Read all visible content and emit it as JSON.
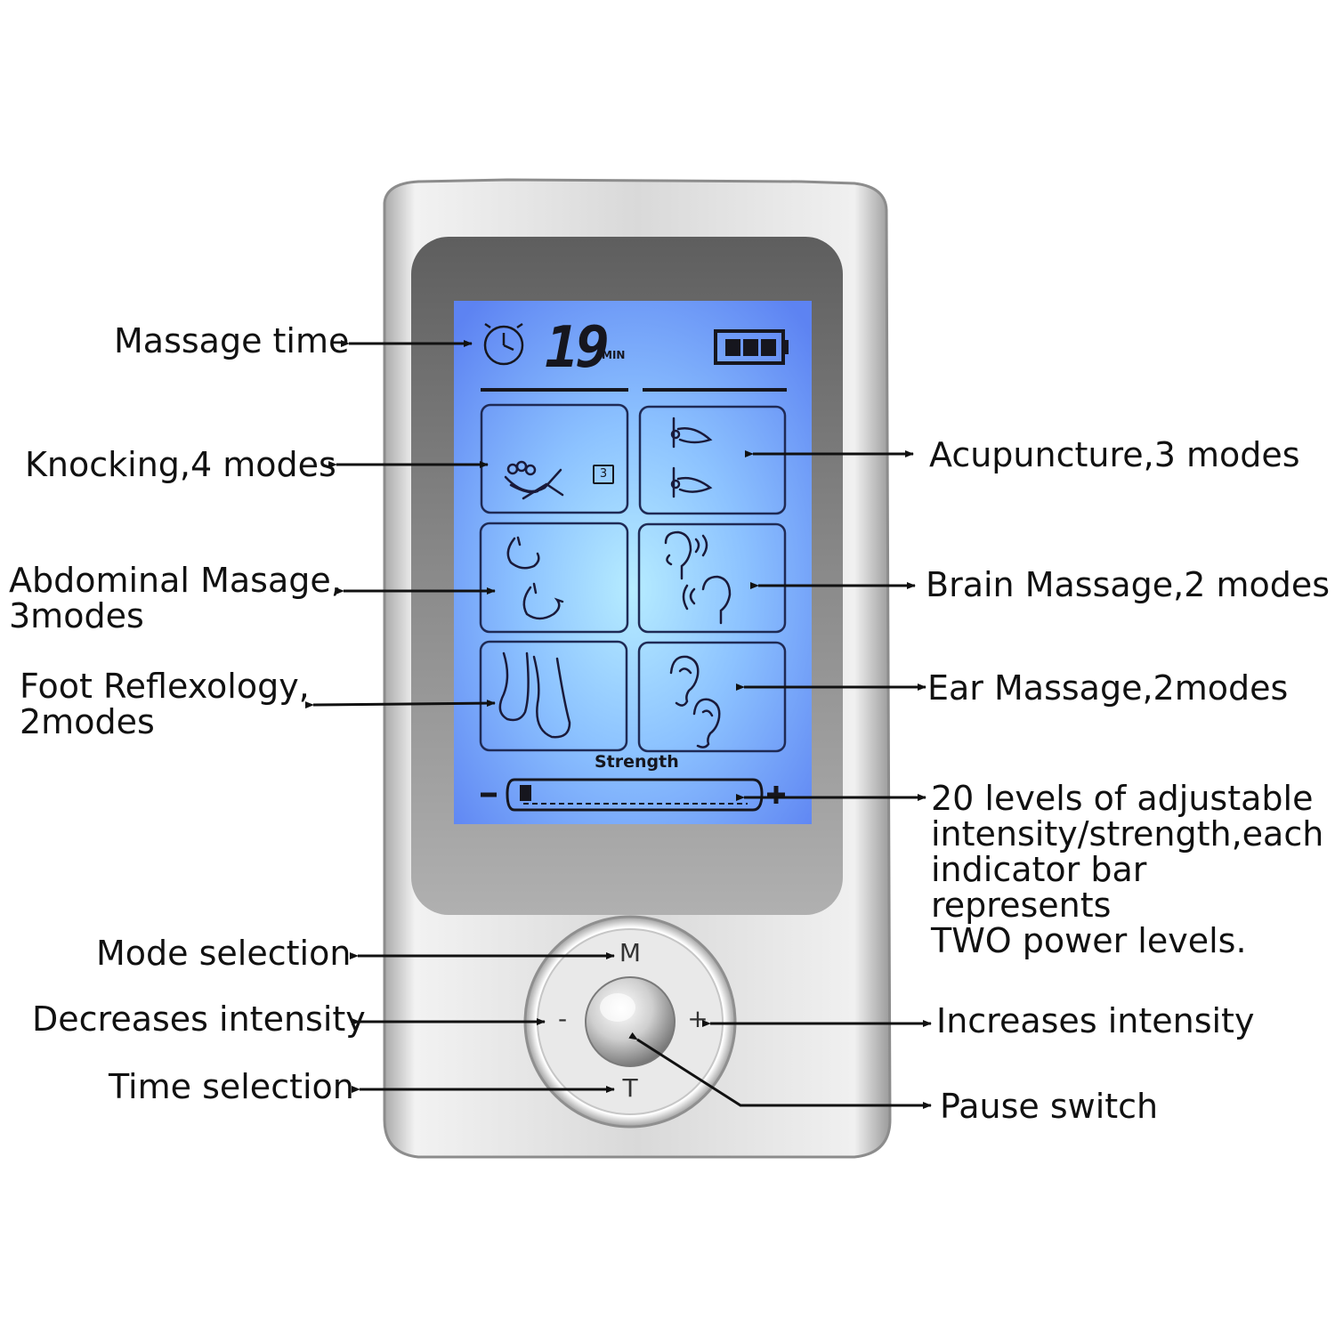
{
  "display": {
    "time_value": "19",
    "time_unit": "MIN",
    "mode_badge": "3",
    "strength_label": "Strength",
    "strength_level_fraction": 0.05,
    "battery_bars": 3
  },
  "buttons": {
    "mode": "M",
    "minus": "-",
    "plus": "+",
    "time": "T"
  },
  "callouts": {
    "massage_time": "Massage time",
    "knocking": "Knocking,4 modes",
    "abdominal": [
      "Abdominal Masage,",
      "3modes"
    ],
    "foot": [
      "Foot Reflexology,",
      "2modes"
    ],
    "acupuncture": "Acupuncture,3 modes",
    "brain": "Brain Massage,2 modes",
    "ear": "Ear Massage,2modes",
    "intensity": [
      "20 levels of adjustable",
      "intensity/strength,each",
      "indicator bar represents",
      "TWO power levels."
    ],
    "mode_selection": "Mode selection",
    "decreases": "Decreases intensity",
    "time_selection": "Time selection",
    "increases": "Increases intensity",
    "pause": "Pause switch"
  },
  "icons": [
    "clock-icon",
    "battery-icon",
    "knocking-hand-icon",
    "acupuncture-needle-icon",
    "stomach-icon",
    "brain-head-icon",
    "foot-icon",
    "ear-icon"
  ],
  "colors": {
    "lcd": "#6f9cff",
    "lcd_glow": "#b6ecff",
    "body": "#d9d9d9",
    "bezel": "#7b7b7b",
    "ink": "#16161e"
  }
}
